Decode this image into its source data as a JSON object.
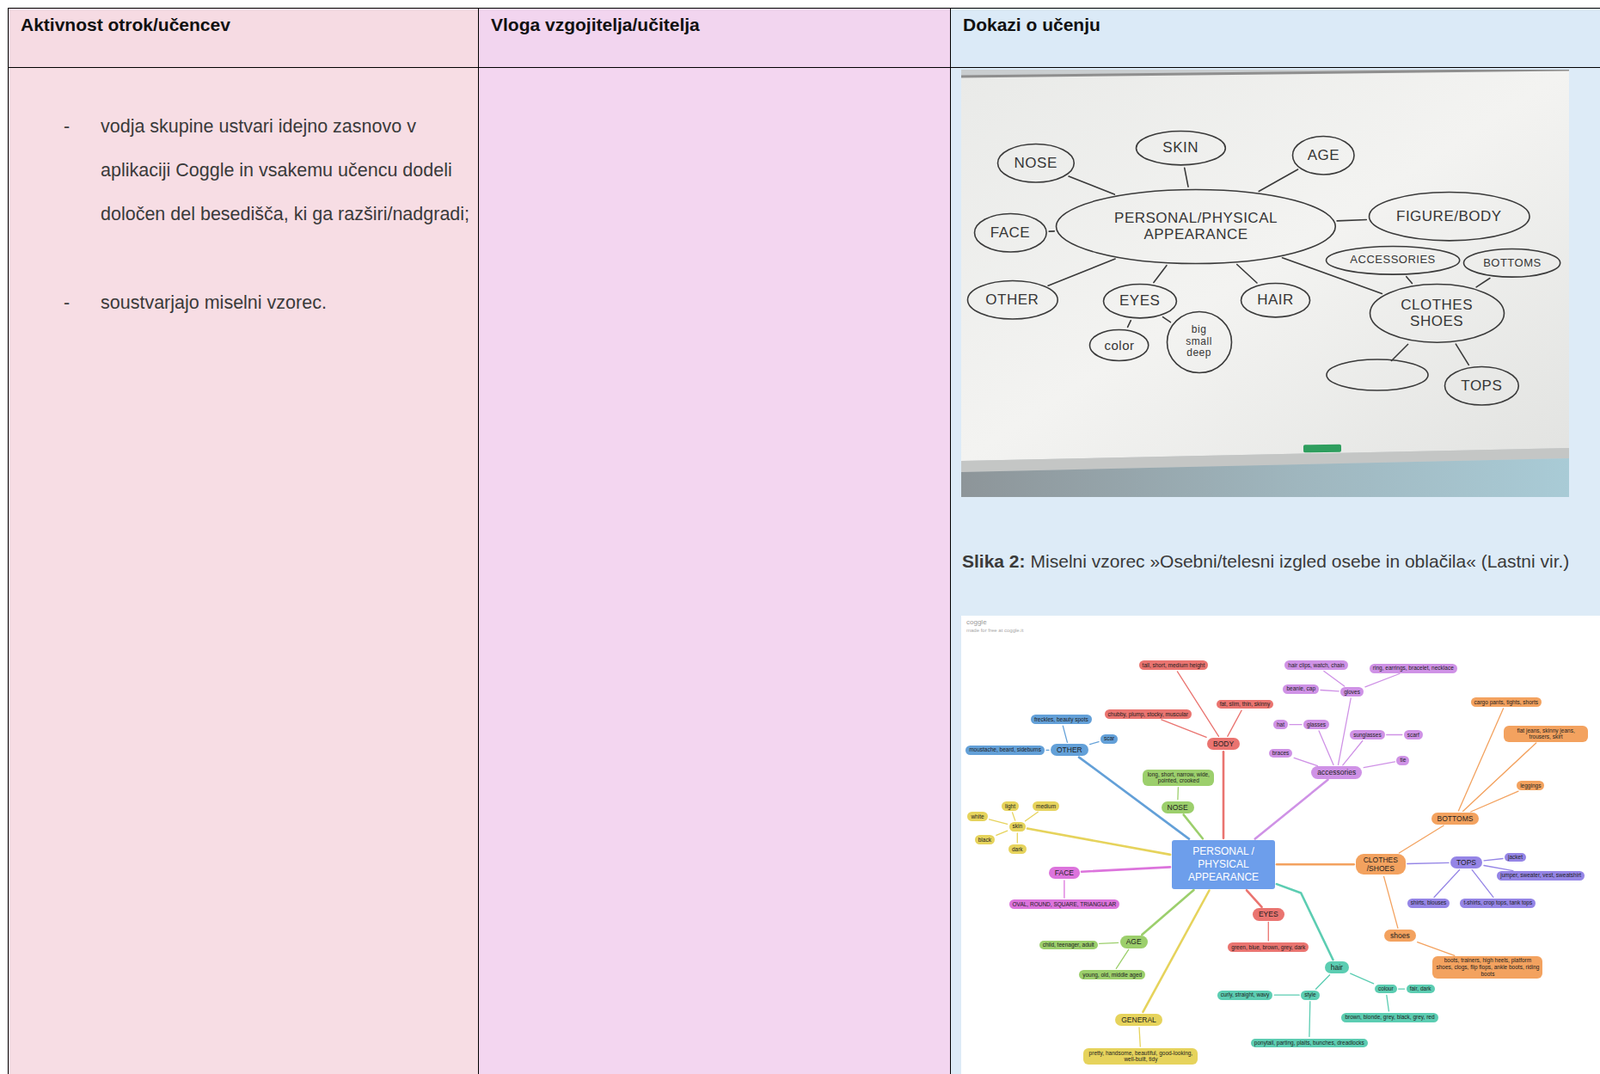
{
  "diagram": {
    "nodes": [
      {
        "text": [
          "PERSONAL/PHYSICAL APPEARANCE"
        ]
      },
      {
        "text": [
          "NOSE"
        ]
      },
      {
        "text": [
          "SKIN"
        ]
      },
      {
        "text": [
          "AGE"
        ]
      },
      {
        "text": [
          "FIGURE/BODY"
        ]
      },
      {
        "text": [
          "FACE"
        ]
      },
      {
        "text": [
          "ACCESSORIES"
        ]
      },
      {
        "text": [
          "BOTTOMS"
        ]
      },
      {
        "text": [
          "OTHER"
        ]
      },
      {
        "text": [
          "EYES"
        ]
      },
      {
        "text": [
          "HAIR"
        ]
      },
      {
        "text": [
          "CLOTHES SHOES"
        ]
      },
      {
        "text": [
          "TOPS"
        ]
      },
      {
        "text": [
          "color"
        ]
      },
      {
        "text": [
          "big small deep"
        ]
      },
      {
        "text": [
          "PERSONAL / PHYSICAL APPEARANCE"
        ]
      },
      {
        "text": [
          "BODY"
        ]
      },
      {
        "text": [
          "tall, short, medium height"
        ]
      },
      {
        "text": [
          "fat, slim, thin, skinny"
        ]
      },
      {
        "text": [
          "chubby, plump, stocky, muscular"
        ]
      },
      {
        "text": [
          "NOSE"
        ]
      },
      {
        "text": [
          "long, short, narrow, wide, pointed, crooked"
        ]
      },
      {
        "text": [
          "OTHER"
        ]
      },
      {
        "text": [
          "freckles, beauty spots"
        ]
      },
      {
        "text": [
          "moustache, beard, sideburns"
        ]
      },
      {
        "text": [
          "scar"
        ]
      },
      {
        "text": [
          "FACE"
        ]
      },
      {
        "text": [
          "OVAL, ROUND, SQUARE, TRIANGULAR"
        ]
      },
      {
        "text": [
          "skin"
        ]
      },
      {
        "text": [
          "light"
        ]
      },
      {
        "text": [
          "medium"
        ]
      },
      {
        "text": [
          "white"
        ]
      },
      {
        "text": [
          "black"
        ]
      },
      {
        "text": [
          "dark"
        ]
      },
      {
        "text": [
          "AGE"
        ]
      },
      {
        "text": [
          "child, teenager, adult"
        ]
      },
      {
        "text": [
          "young, old, middle aged"
        ]
      },
      {
        "text": [
          "GENERAL"
        ]
      },
      {
        "text": [
          "pretty, handsome, beautiful, good-looking, well-built, tidy"
        ]
      },
      {
        "text": [
          "EYES"
        ]
      },
      {
        "text": [
          "green, blue, brown, grey, dark"
        ]
      },
      {
        "text": [
          "hair"
        ]
      },
      {
        "text": [
          "style"
        ]
      },
      {
        "text": [
          "curly, straight, wavy"
        ]
      },
      {
        "text": [
          "ponytail, parting, plaits, bunches, dreadlocks"
        ]
      },
      {
        "text": [
          "colour"
        ]
      },
      {
        "text": [
          "fair, dark"
        ]
      },
      {
        "text": [
          "brown, blonde, grey, black, grey, red"
        ]
      },
      {
        "text": [
          "CLOTHES /SHOES"
        ]
      },
      {
        "text": [
          "BOTTOMS"
        ]
      },
      {
        "text": [
          "cargo pants, tights, shorts"
        ]
      },
      {
        "text": [
          "flat jeans, skinny jeans, trousers, skirt"
        ]
      },
      {
        "text": [
          "leggings"
        ]
      },
      {
        "text": [
          "TOPS"
        ]
      },
      {
        "text": [
          "jacket"
        ]
      },
      {
        "text": [
          "jumper, sweater, vest, sweatshirt"
        ]
      },
      {
        "text": [
          "shirts, blouses"
        ]
      },
      {
        "text": [
          "t-shirts, crop tops, tank tops"
        ]
      },
      {
        "text": [
          "shoes"
        ]
      },
      {
        "text": [
          "boots, trainers, high heels, platform shoes, clogs, flip flops, ankle boots, riding boots"
        ]
      },
      {
        "text": [
          "accessories"
        ]
      },
      {
        "text": [
          "gloves"
        ]
      },
      {
        "text": [
          "hair clips, watch, chain"
        ]
      },
      {
        "text": [
          "ring, earrings, bracelet, necklace"
        ]
      },
      {
        "text": [
          "beanie, cap"
        ]
      },
      {
        "text": [
          "glasses"
        ]
      },
      {
        "text": [
          "hat"
        ]
      },
      {
        "text": [
          "sunglasses"
        ]
      },
      {
        "text": [
          "scarf"
        ]
      },
      {
        "text": [
          "braces"
        ]
      },
      {
        "text": [
          "tie"
        ]
      }
    ],
    "edges": [
      {
        "from": 0,
        "to": 1,
        "arrow": "none"
      },
      {
        "from": 0,
        "to": 2,
        "arrow": "none"
      },
      {
        "from": 0,
        "to": 3,
        "arrow": "none"
      },
      {
        "from": 0,
        "to": 4,
        "arrow": "none"
      },
      {
        "from": 0,
        "to": 5,
        "arrow": "none"
      },
      {
        "from": 0,
        "to": 8,
        "arrow": "none"
      },
      {
        "from": 0,
        "to": 9,
        "arrow": "none"
      },
      {
        "from": 0,
        "to": 10,
        "arrow": "none"
      },
      {
        "from": 0,
        "to": 11,
        "arrow": "none"
      },
      {
        "from": 9,
        "to": 13,
        "arrow": "none"
      },
      {
        "from": 9,
        "to": 14,
        "arrow": "none"
      },
      {
        "from": 11,
        "to": 6,
        "arrow": "none"
      },
      {
        "from": 11,
        "to": 7,
        "arrow": "none"
      },
      {
        "from": 11,
        "to": 12,
        "arrow": "none"
      },
      {
        "from": 15,
        "to": 16,
        "arrow": "none"
      },
      {
        "from": 16,
        "to": 17,
        "arrow": "none"
      },
      {
        "from": 16,
        "to": 18,
        "arrow": "none"
      },
      {
        "from": 16,
        "to": 19,
        "arrow": "none"
      },
      {
        "from": 15,
        "to": 20,
        "arrow": "none"
      },
      {
        "from": 20,
        "to": 21,
        "arrow": "none"
      },
      {
        "from": 15,
        "to": 22,
        "arrow": "none"
      },
      {
        "from": 22,
        "to": 23,
        "arrow": "none"
      },
      {
        "from": 22,
        "to": 24,
        "arrow": "none"
      },
      {
        "from": 22,
        "to": 25,
        "arrow": "none"
      },
      {
        "from": 15,
        "to": 26,
        "arrow": "none"
      },
      {
        "from": 26,
        "to": 27,
        "arrow": "none"
      },
      {
        "from": 15,
        "to": 28,
        "arrow": "none"
      },
      {
        "from": 28,
        "to": 29,
        "arrow": "none"
      },
      {
        "from": 28,
        "to": 30,
        "arrow": "none"
      },
      {
        "from": 28,
        "to": 31,
        "arrow": "none"
      },
      {
        "from": 28,
        "to": 32,
        "arrow": "none"
      },
      {
        "from": 28,
        "to": 33,
        "arrow": "none"
      },
      {
        "from": 15,
        "to": 34,
        "arrow": "none"
      },
      {
        "from": 34,
        "to": 35,
        "arrow": "none"
      },
      {
        "from": 34,
        "to": 36,
        "arrow": "none"
      },
      {
        "from": 15,
        "to": 37,
        "arrow": "none"
      },
      {
        "from": 37,
        "to": 38,
        "arrow": "none"
      },
      {
        "from": 15,
        "to": 39,
        "arrow": "none"
      },
      {
        "from": 39,
        "to": 40,
        "arrow": "none"
      },
      {
        "from": 15,
        "to": 41,
        "arrow": "none"
      },
      {
        "from": 41,
        "to": 42,
        "arrow": "none"
      },
      {
        "from": 42,
        "to": 43,
        "arrow": "none"
      },
      {
        "from": 42,
        "to": 44,
        "arrow": "none"
      },
      {
        "from": 41,
        "to": 45,
        "arrow": "none"
      },
      {
        "from": 45,
        "to": 46,
        "arrow": "none"
      },
      {
        "from": 45,
        "to": 47,
        "arrow": "none"
      },
      {
        "from": 15,
        "to": 48,
        "arrow": "none"
      },
      {
        "from": 48,
        "to": 49,
        "arrow": "none"
      },
      {
        "from": 49,
        "to": 50,
        "arrow": "none"
      },
      {
        "from": 49,
        "to": 51,
        "arrow": "none"
      },
      {
        "from": 49,
        "to": 52,
        "arrow": "none"
      },
      {
        "from": 48,
        "to": 53,
        "arrow": "none"
      },
      {
        "from": 53,
        "to": 54,
        "arrow": "none"
      },
      {
        "from": 53,
        "to": 55,
        "arrow": "none"
      },
      {
        "from": 53,
        "to": 56,
        "arrow": "none"
      },
      {
        "from": 53,
        "to": 57,
        "arrow": "none"
      },
      {
        "from": 48,
        "to": 58,
        "arrow": "none"
      },
      {
        "from": 58,
        "to": 59,
        "arrow": "none"
      },
      {
        "from": 15,
        "to": 60,
        "arrow": "none"
      },
      {
        "from": 60,
        "to": 61,
        "arrow": "none"
      },
      {
        "from": 61,
        "to": 62,
        "arrow": "none"
      },
      {
        "from": 61,
        "to": 63,
        "arrow": "none"
      },
      {
        "from": 61,
        "to": 64,
        "arrow": "none"
      },
      {
        "from": 60,
        "to": 65,
        "arrow": "none"
      },
      {
        "from": 65,
        "to": 66,
        "arrow": "none"
      },
      {
        "from": 60,
        "to": 67,
        "arrow": "none"
      },
      {
        "from": 67,
        "to": 68,
        "arrow": "none"
      },
      {
        "from": 60,
        "to": 69,
        "arrow": "none"
      },
      {
        "from": 60,
        "to": 70,
        "arrow": "none"
      }
    ],
    "labels": [
      "Aktivnost otrok/učencev",
      "Vloga vzgojitelja/učitelja",
      "Dokazi o učenju",
      "-",
      "vodja skupine ustvari idejno zasnovo v aplikaciji Coggle in vsakemu učencu dodeli določen del besedišča, ki ga razširi/nadgradi;",
      "-",
      "soustvarjajo miselni vzorec.",
      "Slika 2:",
      "Miselni vzorec »Osebni/telesni izgled osebe in oblačila« (Lastni vir.)",
      "coggle",
      "made for free at coggle.it"
    ]
  }
}
